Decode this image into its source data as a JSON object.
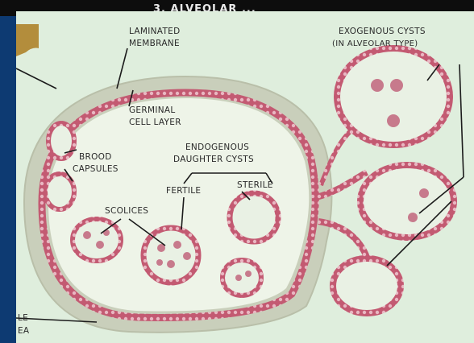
{
  "figure": {
    "top_caption": "3. ALVEOLAR ... ",
    "colors": {
      "background_panel": "#0d3a72",
      "diagram_bg": "#dfeedd",
      "laminated_membrane": "#c7cdb9",
      "germinal_layer": "#b04a64",
      "cyst_fill": "#edf3e6",
      "label_text": "#2a2a2a",
      "pointer_lines": "#1b1b1b"
    },
    "labels": {
      "laminated_membrane": [
        "LAMINATED",
        "MEMBRANE"
      ],
      "germinal_cell_layer": [
        "GERMINAL",
        "CELL LAYER"
      ],
      "brood_capsules": [
        "BROOD",
        "CAPSULES"
      ],
      "endogenous_daughter_cysts": [
        "ENDOGENOUS",
        "DAUGHTER CYSTS"
      ],
      "fertile": "FERTILE",
      "sterile": "STERILE",
      "scolices": "SCOLICES",
      "exogenous_cysts": [
        "EXOGENOUS CYSTS",
        "(IN ALVEOLAR TYPE)"
      ],
      "cropped_left_label": [
        "LE",
        "EA"
      ]
    }
  }
}
